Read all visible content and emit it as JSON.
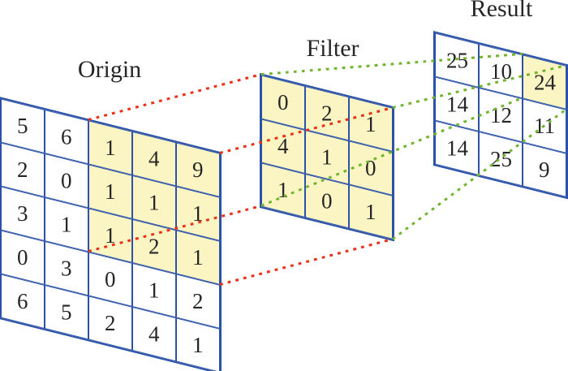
{
  "matrices": {
    "origin": {
      "label": "Origin",
      "rows": [
        [
          5,
          6,
          1,
          4,
          9
        ],
        [
          2,
          0,
          1,
          1,
          1
        ],
        [
          3,
          1,
          1,
          2,
          1
        ],
        [
          0,
          3,
          0,
          1,
          2
        ],
        [
          6,
          5,
          2,
          4,
          1
        ]
      ],
      "highlight_region": {
        "row_start": 0,
        "row_end": 2,
        "col_start": 2,
        "col_end": 4
      }
    },
    "filter": {
      "label": "Filter",
      "rows": [
        [
          0,
          2,
          1
        ],
        [
          4,
          1,
          0
        ],
        [
          1,
          0,
          1
        ]
      ],
      "highlight_region": {
        "row_start": 0,
        "row_end": 2,
        "col_start": 0,
        "col_end": 2
      }
    },
    "result": {
      "label": "Result",
      "rows": [
        [
          25,
          10,
          24
        ],
        [
          14,
          12,
          11
        ],
        [
          14,
          25,
          9
        ]
      ],
      "highlight_region": {
        "row_start": 0,
        "row_end": 0,
        "col_start": 2,
        "col_end": 2
      }
    }
  },
  "connections": {
    "red": {
      "color": "#ee3018",
      "from": "origin-highlight-window",
      "to": "filter"
    },
    "green": {
      "color": "#70b62c",
      "from": "filter",
      "to": "result-highlight-cell"
    }
  },
  "colors": {
    "grid_line": "#2b52a8",
    "highlight_fill": "#fbf5c3",
    "cell_fill": "#ffffff",
    "background": "#ffffff",
    "text": "#262626"
  }
}
